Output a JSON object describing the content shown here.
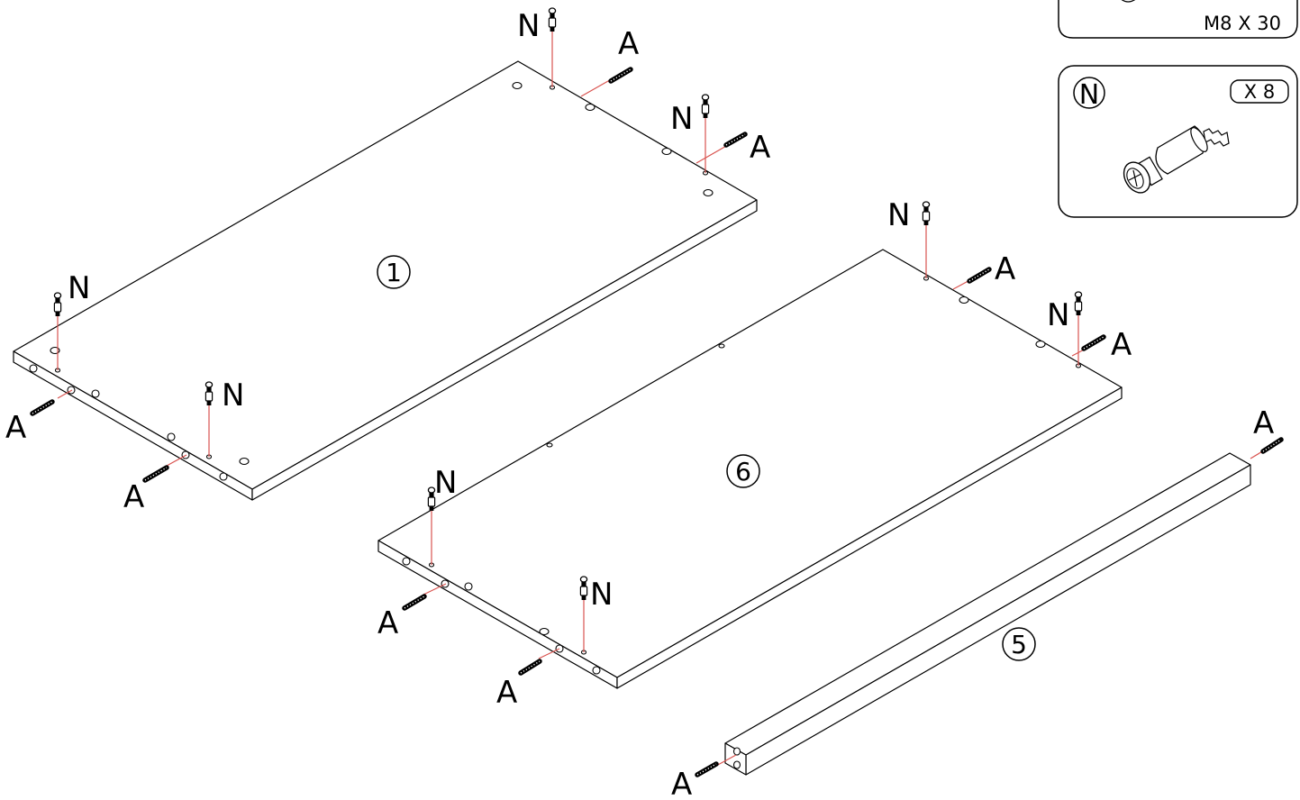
{
  "part_labels": {
    "panel_top": "1",
    "panel_middle": "6",
    "rail": "5"
  },
  "hardware": {
    "bolt_letter": "A",
    "cam_letter": "N"
  },
  "legend": {
    "bolt_box": {
      "size": "M8 X 30"
    },
    "cam_box": {
      "letter": "N",
      "qty": "X 8"
    }
  },
  "colors": {
    "line": "#000000",
    "guide_line": "#d9534f",
    "background": "#ffffff"
  }
}
